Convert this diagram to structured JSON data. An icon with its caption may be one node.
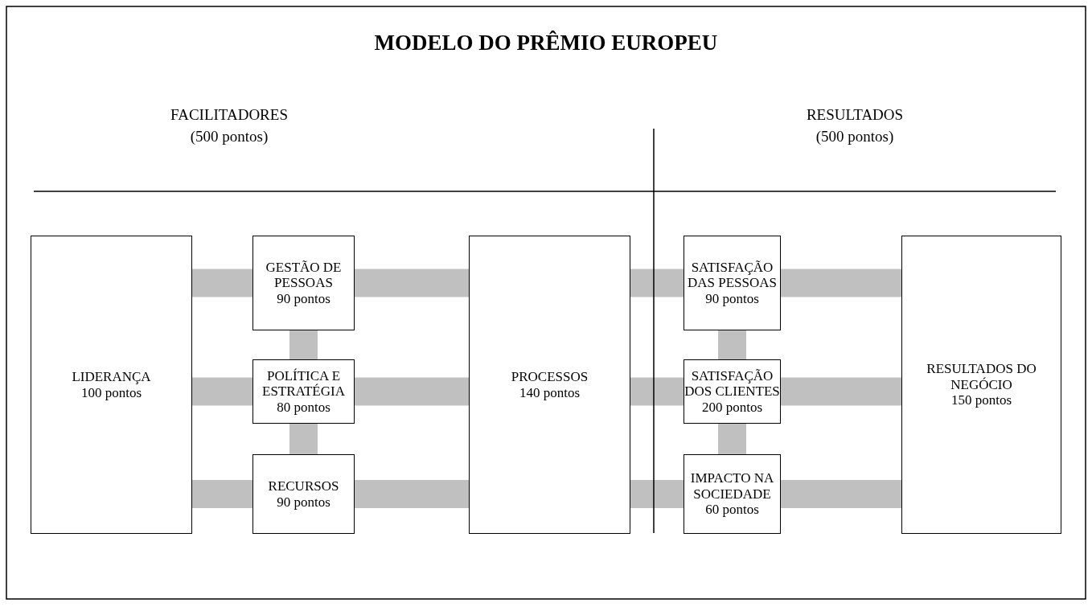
{
  "diagram": {
    "title": "MODELO DO PRÊMIO EUROPEU",
    "nodes": [
      {
        "text": [
          "LIDERANÇA",
          "100 pontos"
        ]
      },
      {
        "text": [
          "GESTÃO DE PESSOAS",
          "90 pontos"
        ]
      },
      {
        "text": [
          "POLÍTICA E ESTRATÉGIA",
          "80 pontos"
        ]
      },
      {
        "text": [
          "RECURSOS",
          "90 pontos"
        ]
      },
      {
        "text": [
          "PROCESSOS",
          "140 pontos"
        ]
      },
      {
        "text": [
          "SATISFAÇÃO DAS PESSOAS",
          "90 pontos"
        ]
      },
      {
        "text": [
          "SATISFAÇÃO DOS CLIENTES",
          "200 pontos"
        ]
      },
      {
        "text": [
          "IMPACTO NA SOCIEDADE",
          "60 pontos"
        ]
      },
      {
        "text": [
          "RESULTADOS DO NEGÓCIO",
          "150 pontos"
        ]
      }
    ],
    "edges": [
      {
        "from": 0,
        "to": 1,
        "arrow": "none"
      },
      {
        "from": 1,
        "to": 4,
        "arrow": "none"
      },
      {
        "from": 1,
        "to": 2,
        "arrow": "none"
      },
      {
        "from": 0,
        "to": 2,
        "arrow": "none"
      },
      {
        "from": 2,
        "to": 4,
        "arrow": "none"
      },
      {
        "from": 2,
        "to": 3,
        "arrow": "none"
      },
      {
        "from": 0,
        "to": 3,
        "arrow": "none"
      },
      {
        "from": 3,
        "to": 4,
        "arrow": "none"
      },
      {
        "from": 4,
        "to": 5,
        "arrow": "none"
      },
      {
        "from": 5,
        "to": 8,
        "arrow": "none"
      },
      {
        "from": 5,
        "to": 6,
        "arrow": "none"
      },
      {
        "from": 4,
        "to": 6,
        "arrow": "none"
      },
      {
        "from": 6,
        "to": 8,
        "arrow": "none"
      },
      {
        "from": 6,
        "to": 7,
        "arrow": "none"
      },
      {
        "from": 4,
        "to": 7,
        "arrow": "none"
      },
      {
        "from": 7,
        "to": 8,
        "arrow": "none"
      }
    ],
    "labels": [
      "FACILITADORES",
      "(500 pontos)",
      "RESULTADOS",
      "(500 pontos)"
    ]
  }
}
